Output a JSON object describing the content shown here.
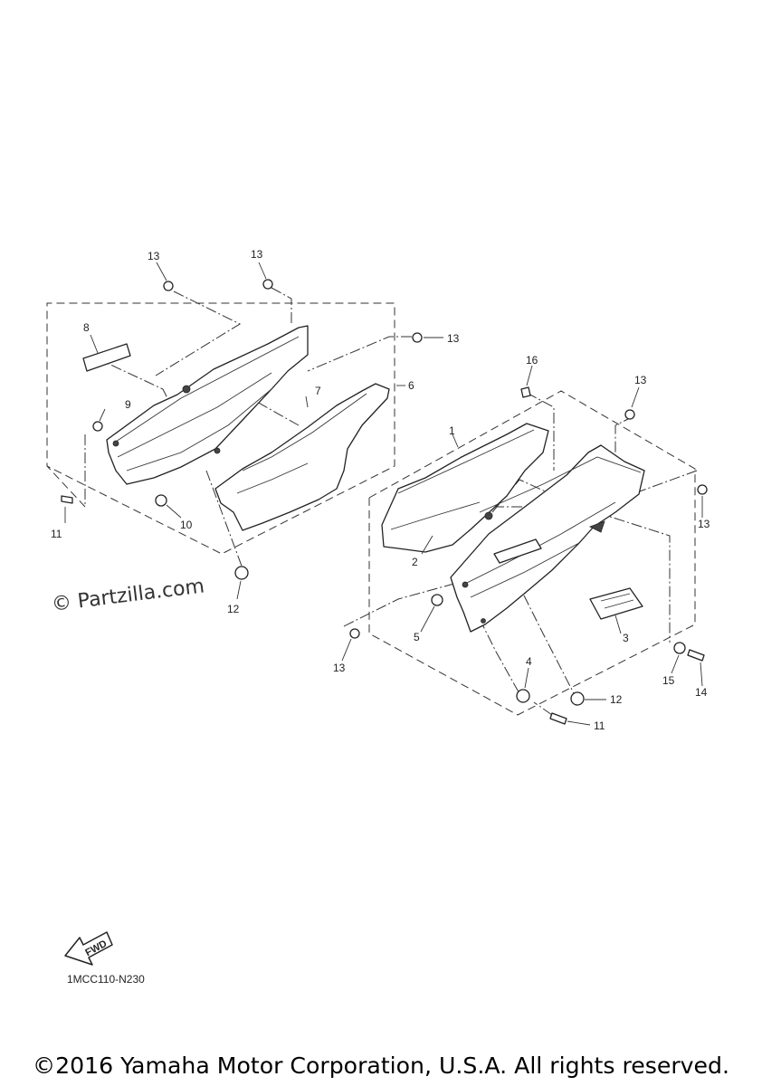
{
  "callouts": {
    "c13a": "13",
    "c13b": "13",
    "c13c": "13",
    "c13d": "13",
    "c13e": "13",
    "c13f": "13",
    "c8": "8",
    "c9": "9",
    "c7": "7",
    "c6": "6",
    "c11a": "11",
    "c10": "10",
    "c12a": "12",
    "c16": "16",
    "c1": "1",
    "c2": "2",
    "c5": "5",
    "c3": "3",
    "c4": "4",
    "c12b": "12",
    "c11b": "11",
    "c15": "15",
    "c14": "14"
  },
  "watermark": "© Partzilla.com",
  "fwd_label": "FWD",
  "drawing_code": "1MCC110-N230",
  "copyright": "©2016 Yamaha Motor Corporation, U.S.A. All rights reserved."
}
